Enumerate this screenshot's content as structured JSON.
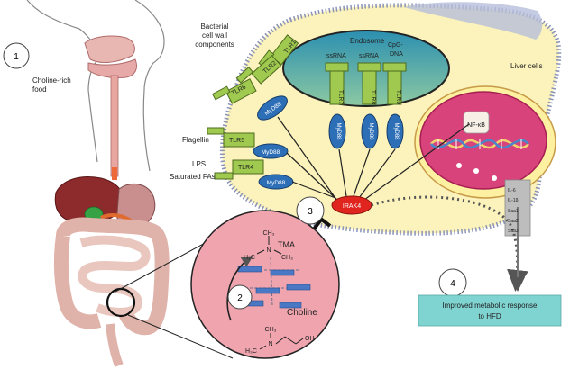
{
  "steps": {
    "one": "1",
    "two": "2",
    "three": "3",
    "four": "4"
  },
  "body": {
    "food_label_line1": "Choline-rich",
    "food_label_line2": "food"
  },
  "ligands": {
    "bacterial_line1": "Bacterial",
    "bacterial_line2": "cell wall",
    "bacterial_line3": "components",
    "flagellin": "Flagellin",
    "lps": "LPS",
    "saturated_fas": "Saturated FAs"
  },
  "receptors": {
    "tlr1": "TLR1",
    "tlr2": "TLR2",
    "tlr6": "TLR6",
    "tlr5": "TLR5",
    "tlr4": "TLR4",
    "tlr7": "TLR7",
    "tlr8": "TLR8",
    "tlr9": "TLR9"
  },
  "adaptor": "MyD88",
  "endosome": {
    "title": "Endosome",
    "ssrna_a": "ssRNA",
    "ssrna_b": "ssRNA",
    "cpg_line1": "CpG-",
    "cpg_line2": "DNA"
  },
  "cell": {
    "label": "Liver cells"
  },
  "irak4": "IRAK4",
  "nucleus": {
    "nfkb": "NF-κB"
  },
  "cytokines": [
    "IL-6",
    "IL-1β",
    "Saa1",
    "Saa2",
    "Saa3"
  ],
  "zoom": {
    "tma": "TMA",
    "choline": "Choline",
    "tma_formula": {
      "ch3_top": "CH₃",
      "h3c": "H₃C",
      "n": "N",
      "ch3_right": "CH₃"
    },
    "choline_formula": {
      "ch3_top": "CH₃",
      "h3c": "H₃C",
      "n": "N",
      "oh": "OH"
    }
  },
  "outcome": {
    "line1": "Improved metabolic response",
    "line2": "to HFD"
  },
  "colors": {
    "cell_fill": "#fbf3bb",
    "membrane": "#8a93b7",
    "receptor": "#9fca4f",
    "myd88": "#2d6fb7",
    "irak4": "#e0251f",
    "nucleus": "#d8437b",
    "endosome": "#4aa6b2",
    "outcome": "#7fd3d0",
    "zoom": "#efa4ae"
  }
}
